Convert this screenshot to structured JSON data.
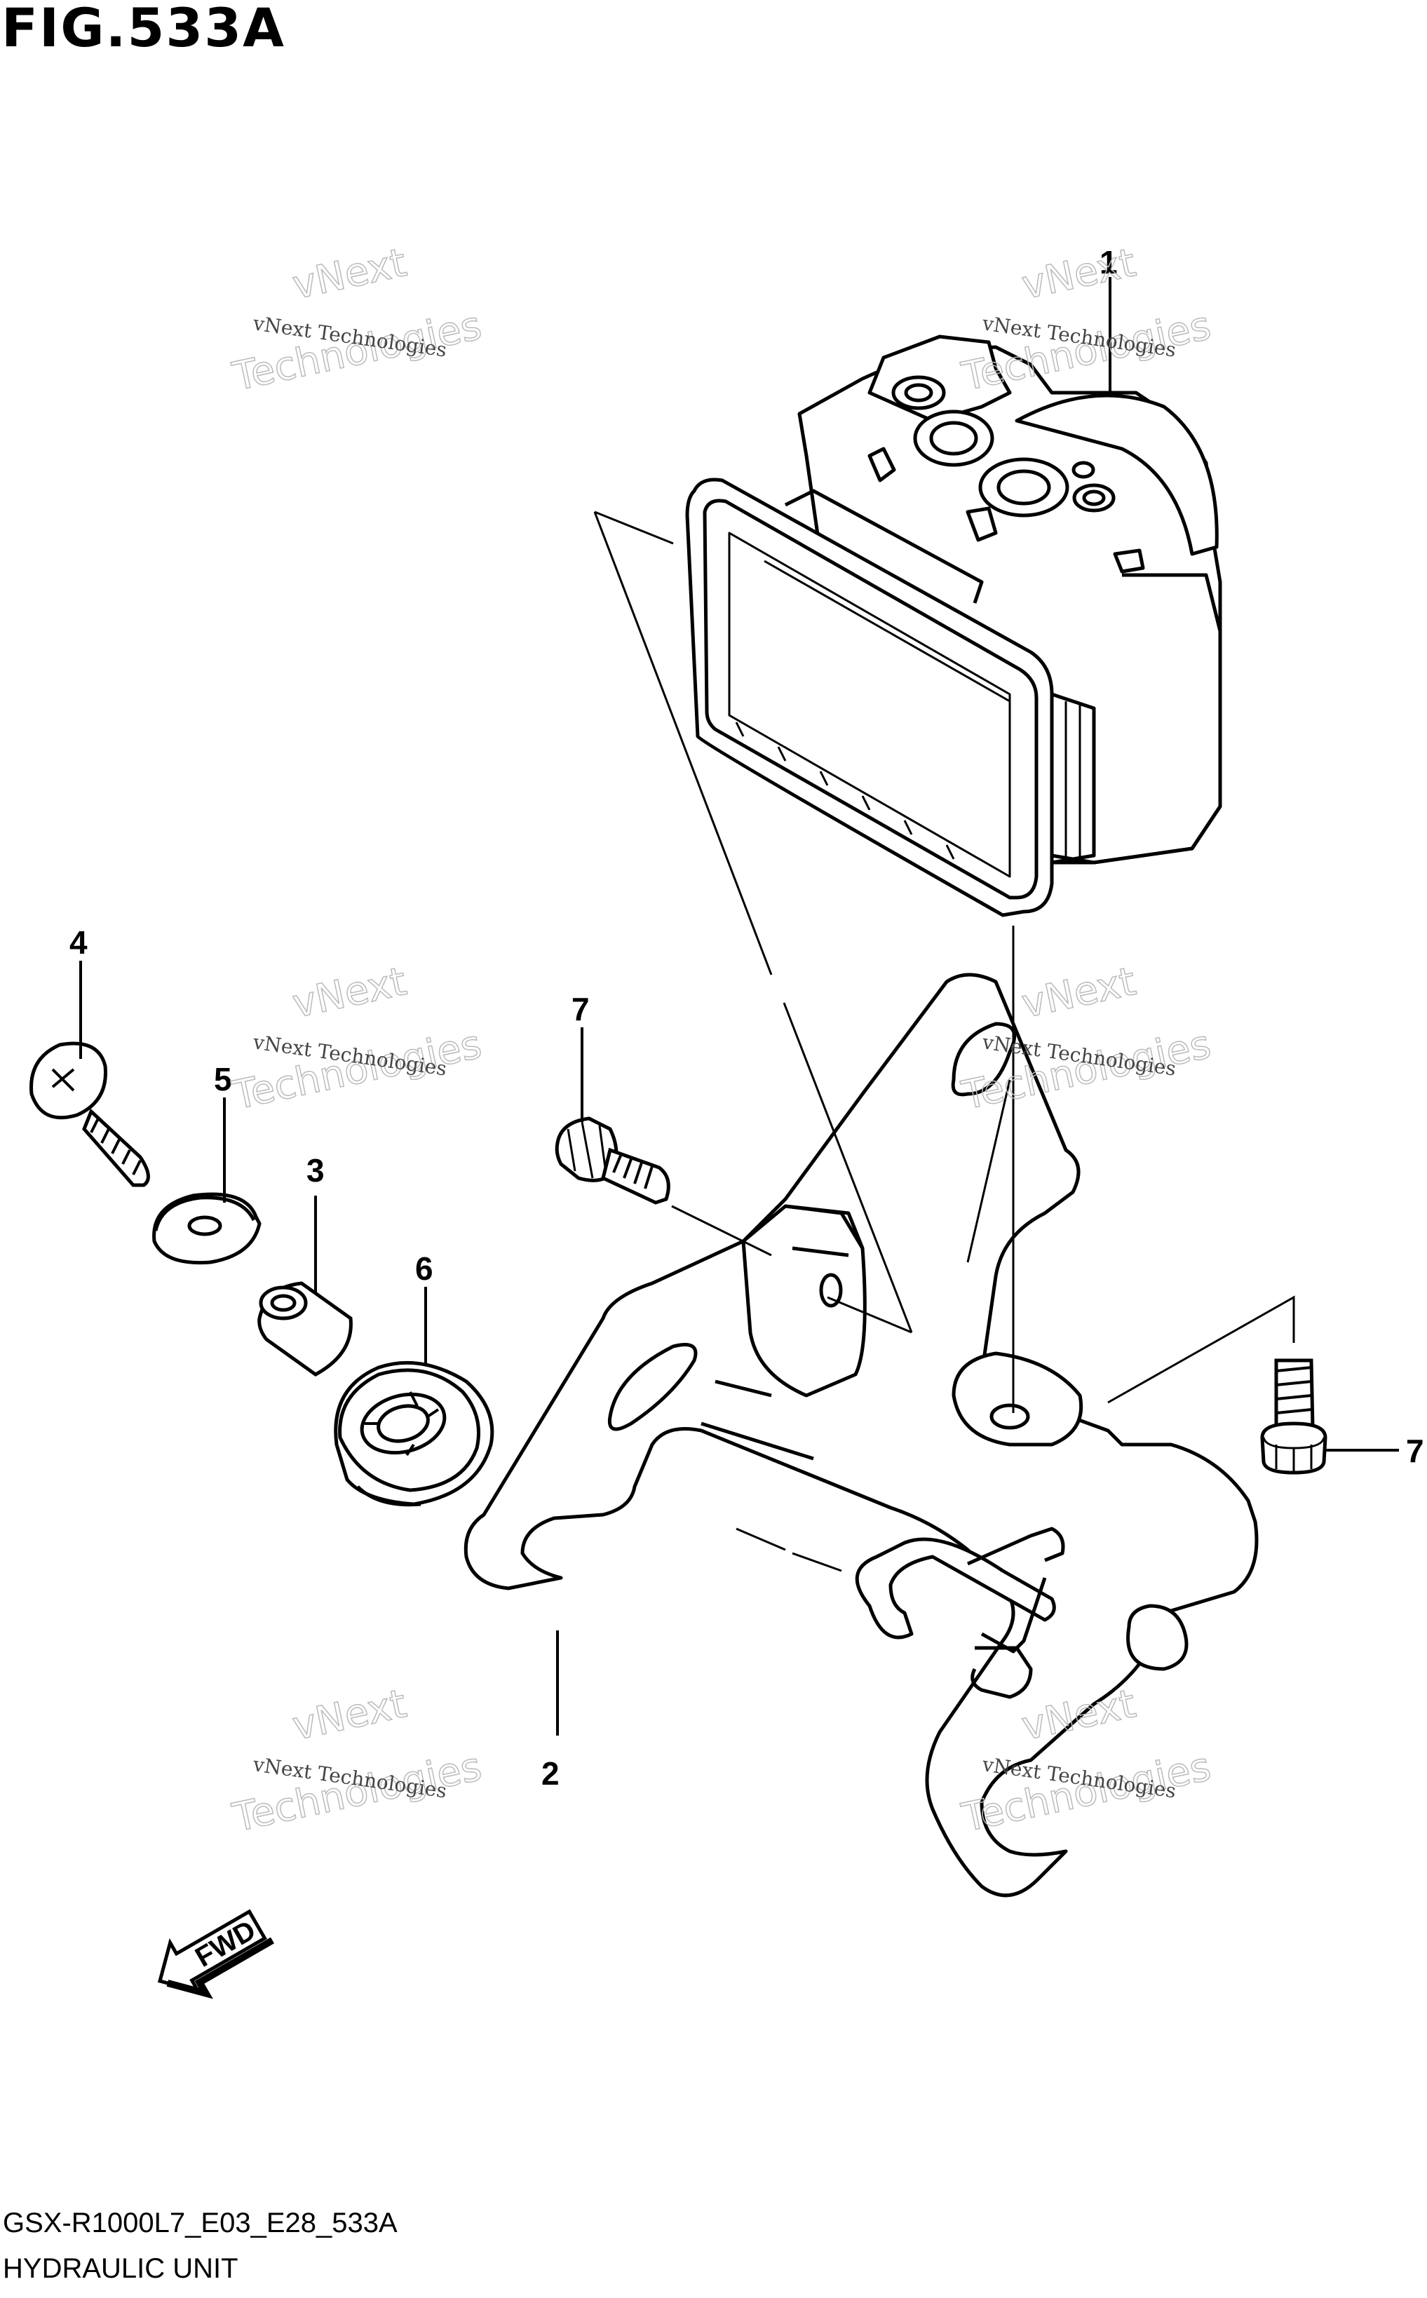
{
  "figure": {
    "title": "FIG.533A",
    "model_code": "GSX-R1000L7_E03_E28_533A",
    "caption": "HYDRAULIC UNIT"
  },
  "callouts": [
    "1",
    "2",
    "3",
    "4",
    "5",
    "6",
    "7",
    "7"
  ],
  "fwd_arrow": {
    "label": "FWD"
  },
  "watermark": {
    "line1": "vNext Technologies",
    "line2": "vNext",
    "line3": "Technologies"
  },
  "colors": {
    "line": "#000000",
    "background": "#ffffff",
    "watermark": "#bbbbbb"
  }
}
